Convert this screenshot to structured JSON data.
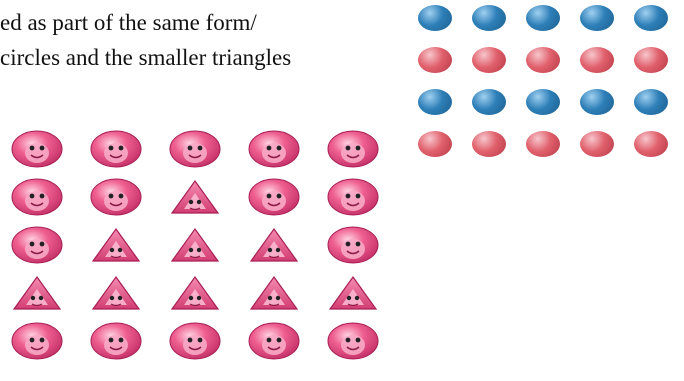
{
  "caption": {
    "lines": [
      "ed as part of the same form/",
      "circles and the smaller triangles"
    ]
  },
  "colors": {
    "blue_dot": "#2e7fb8",
    "red_dot": "#e0606c",
    "pink_face": "#ee5e8f",
    "text": "#111111"
  },
  "dot_grid": {
    "rows": [
      [
        "blue",
        "blue",
        "blue",
        "blue",
        "blue"
      ],
      [
        "red",
        "red",
        "red",
        "red",
        "red"
      ],
      [
        "blue",
        "blue",
        "blue",
        "blue",
        "blue"
      ],
      [
        "red",
        "red",
        "red",
        "red",
        "red"
      ]
    ]
  },
  "face_grid": {
    "rows": [
      [
        "circle",
        "circle",
        "circle",
        "circle",
        "circle"
      ],
      [
        "circle",
        "circle",
        "triangle",
        "circle",
        "circle"
      ],
      [
        "circle",
        "triangle",
        "triangle",
        "triangle",
        "circle"
      ],
      [
        "triangle",
        "triangle",
        "triangle",
        "triangle",
        "triangle"
      ],
      [
        "circle",
        "circle",
        "circle",
        "circle",
        "circle"
      ]
    ]
  }
}
